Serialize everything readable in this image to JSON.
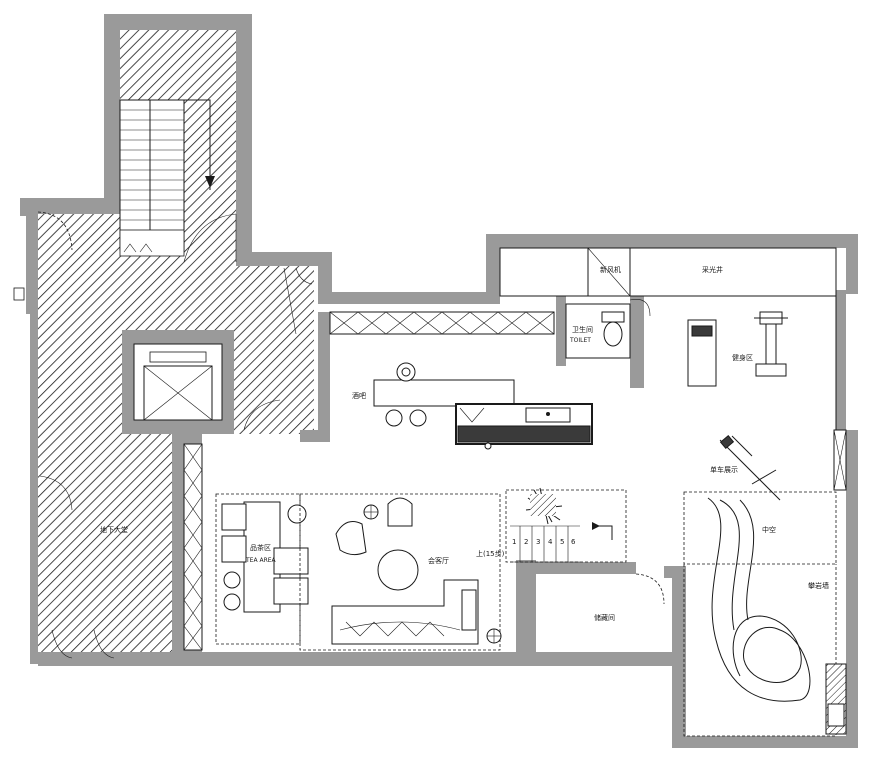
{
  "plan": {
    "rooms": {
      "stair_hall": "地下大堂",
      "tea_area_cn": "品茶区",
      "tea_area_en": "TEA AREA",
      "living": "会客厅",
      "bar": "酒吧",
      "toilet_cn": "卫生间",
      "toilet_en": "TOILET",
      "gym": "健身区",
      "skylight": "采光井",
      "storage": "储藏间",
      "void": "中空",
      "climbing_wall": "攀岩墙",
      "bike_rack": "单车展示",
      "shaft": "新风机",
      "stair_up": "上(15步)"
    },
    "step_numbers": [
      "1",
      "2",
      "3",
      "4",
      "5",
      "6"
    ]
  }
}
